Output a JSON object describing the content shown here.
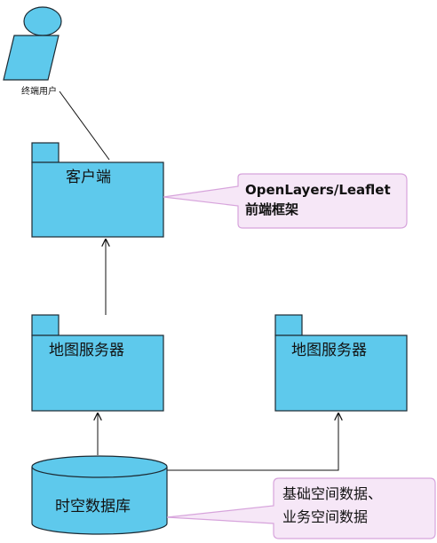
{
  "colors": {
    "package_fill": "#5ec9ec",
    "package_stroke": "#1c2a33",
    "note_fill": "#f6e7f7",
    "note_stroke": "#d7a4dc",
    "line": "#111111"
  },
  "actor": {
    "label": "终端用户",
    "icon": "actor-icon"
  },
  "packages": {
    "client": {
      "title": "客户端"
    },
    "map_server_left": {
      "title": "地图服务器"
    },
    "map_server_right": {
      "title": "地图服务器"
    }
  },
  "database": {
    "title": "时空数据库"
  },
  "notes": {
    "frontend": {
      "line1": "OpenLayers/Leaflet",
      "line2": "前端框架"
    },
    "data": {
      "line1": "基础空间数据、",
      "line2": "业务空间数据"
    }
  }
}
